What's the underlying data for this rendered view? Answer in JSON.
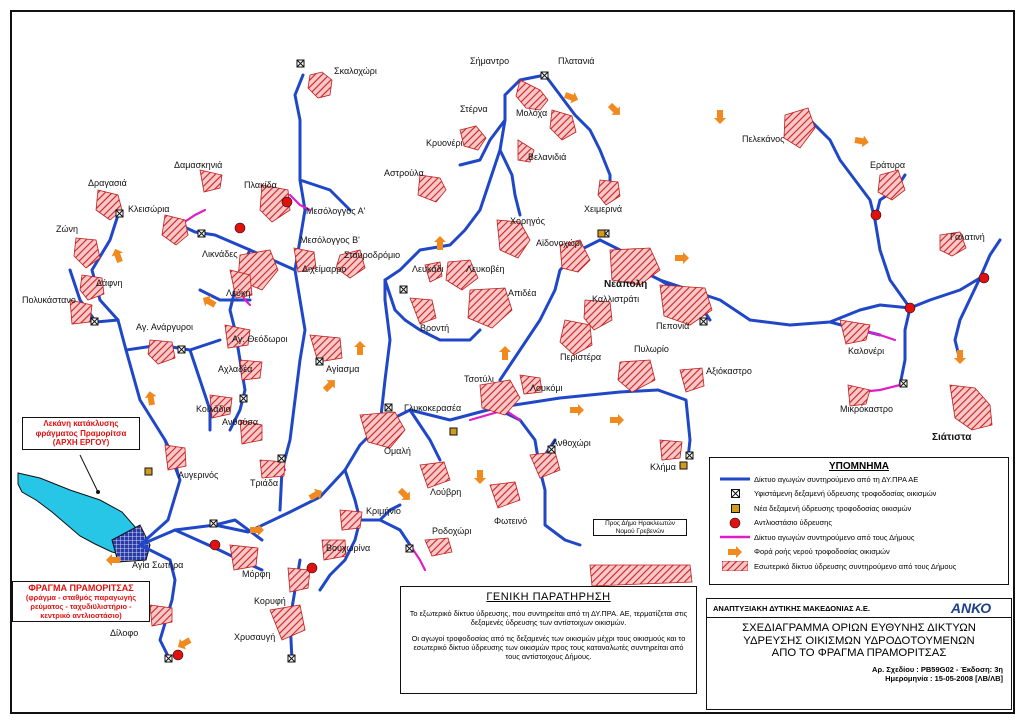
{
  "colors": {
    "pipe_network": "#1f47c8",
    "municipal_network": "#e01ec8",
    "settlement_fill": "#e53434",
    "flow_arrow": "#f08a1e",
    "reservoir_new": "#d49a1e",
    "pump_station": "#e31010",
    "lake": "#27c6e6"
  },
  "icons": {
    "existing_reservoir": "boxed-x-icon",
    "new_reservoir": "orange-square-icon",
    "pump_station": "red-circle-a-icon",
    "flow_direction": "orange-arrow-icon"
  },
  "settlements": [
    "Σκαλοχώρι",
    "Σήμαντρο",
    "Πλατανιά",
    "Στέρνα",
    "Μολόχα",
    "Κρυονέρι",
    "Βελανιδιά",
    "Αστρούλα",
    "Χορηγός",
    "Χειμερινά",
    "Πελεκάνος",
    "Εράτυρα",
    "Γαλατινή",
    "Δαμασκηνιά",
    "Πλακίδα",
    "Δραγασιά",
    "Κλεισώρια",
    "Μεσόλογγος Α'",
    "Μεσόλογγος Β'",
    "Ζώνη",
    "Λικνάδες",
    "Διχείμαρρο",
    "Σταυροδρόμιο",
    "Λευκάδι",
    "Λευκοβέη",
    "Αϊδονοχώρι",
    "Νεάπολη",
    "Δάφνη",
    "Λεύκη",
    "Πολυκάστανο",
    "Αγ. Ανάργυροι",
    "Βροντή",
    "Απιδέα",
    "Καλλιστράτι",
    "Πεπονιά",
    "Καλονέρι",
    "Αγ. Θεόδωροι",
    "Περιστέρα",
    "Πυλωρίο",
    "Αξιόκαστρο",
    "Αχλαδέα",
    "Αγίασμα",
    "Τσοτύλι",
    "Λουκόμι",
    "Μικρόκαστρο",
    "Κοιλάδιο",
    "Γλυκοκερασέα",
    "Σιάτιστα",
    "Ανθούσα",
    "Ομαλή",
    "Ανθοχώρι",
    "Κλήμα",
    "Αυγερινός",
    "Τριάδα",
    "Λούβρη",
    "Κριμήνιο",
    "Ροδοχώρι",
    "Φωτεινό",
    "Βουχωρίνα",
    "Αγία Σωτήρα",
    "Μόρφη",
    "Κορυφή",
    "Χρυσαυγή",
    "Δίλοφο"
  ],
  "legend": {
    "title": "ΥΠΟΜΝΗΜΑ",
    "items": [
      {
        "text": "Δίκτυο αγωγών συντηρούμενο από τη ΔΥ.ΠΡΑ ΑΕ",
        "icon": "blue-line-icon"
      },
      {
        "text": "Υφιστάμενη δεξαμενή ύδρευσης τροφοδοσίας οικισμών",
        "icon": "boxed-x-icon"
      },
      {
        "text": "Νέα δεξαμενή ύδρευσης τροφοδοσίας οικισμών",
        "icon": "orange-square-icon"
      },
      {
        "text": "Αντλιοστάσιο ύδρευσης",
        "icon": "red-circle-a-icon"
      },
      {
        "text": "Δίκτυο αγωγών συντηρούμενο από τους Δήμους",
        "icon": "magenta-line-icon"
      },
      {
        "text": "Φορά ροής νερού τροφοδοσίας οικισμών",
        "icon": "orange-arrow-icon"
      },
      {
        "text": "Εσωτερικό δίκτυο ύδρευσης συντηρούμενο από τους Δήμους",
        "icon": "hatched-area-icon"
      }
    ]
  },
  "general_note": {
    "title": "ΓΕΝΙΚΗ ΠΑΡΑΤΗΡΗΣΗ",
    "p1": "Το εξωτερικό δίκτυο ύδρευσης, που συντηρείται από τη ΔΥ.ΠΡΑ. ΑΕ, τερματίζεται στις δεξαμενές ύδρευσης των αντίστοιχων οικισμών.",
    "p2": "Οι αγωγοί τροφοδοσίας από τις δεξαμενές των οικισμών μέχρι τους οικισμούς και το εσωτερικό δίκτυο ύδρευσης των οικισμών προς τους καταναλωτές συντηρείται από τους αντίστοιχους Δήμους."
  },
  "title_block": {
    "company": "ΑΝΑΠΤΥΞΙΑΚΗ ΔΥΤΙΚΗΣ ΜΑΚΕΔΟΝΙΑΣ Α.Ε.",
    "logo": "ΑΝΚΟ",
    "title_line1": "ΣΧΕΔΙΑΓΡΑΜΜΑ ΟΡΙΩΝ ΕΥΘΥΝΗΣ ΔΙΚΤΥΩΝ",
    "title_line2": "ΥΔΡΕΥΣΗΣ ΟΙΚΙΣΜΩΝ ΥΔΡΟΔΟΤΟΥΜΕΝΩΝ",
    "title_line3": "ΑΠΟ ΤΟ ΦΡΑΓΜΑ ΠΡΑΜΟΡΙΤΣΑΣ",
    "drawing_no": "Αρ. Σχεδίου : PB59G02 - Έκδοση: 3η",
    "date": "Ημερομηνία : 15-05-2008 [ΛΒ/ΛΒ]"
  },
  "callouts": {
    "lake_line1": "Λεκάνη κατάκλυσης",
    "lake_line2": "φράγματος Πραμορίτσα",
    "lake_line3": "(ΑΡΧΗ ΕΡΓΟΥ)",
    "dam_title": "ΦΡΑΓΜΑ ΠΡΑΜΟΡΙΤΣΑΣ",
    "dam_line1": "(φράγμα - σταθμός παραγωγής",
    "dam_line2": "ρεύματος - ταχυδιϋλιστήριο -",
    "dam_line3": "κεντρικό αντλιοστάσιο)",
    "dimos_line1": "Προς Δήμο Ηρακλεωτών",
    "dimos_line2": "Νομού Γρεβενών"
  }
}
